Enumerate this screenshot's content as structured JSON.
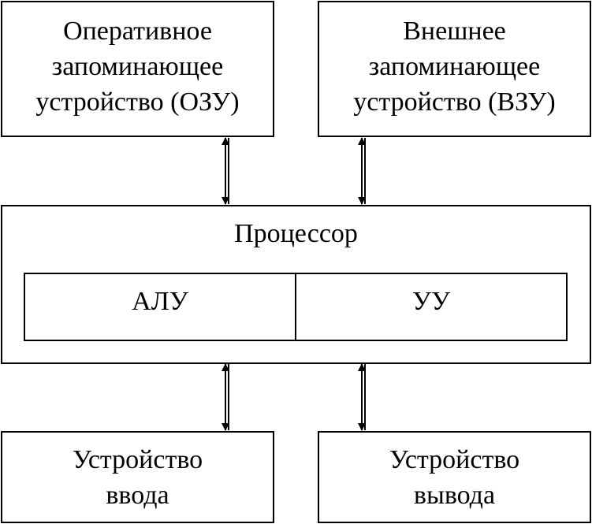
{
  "diagram": {
    "ram": {
      "label": "Оперативное\nзапоминающее\nустройство (ОЗУ)"
    },
    "external_storage": {
      "label": "Внешнее\nзапоминающее\nустройство (ВЗУ)"
    },
    "processor": {
      "label": "Процессор",
      "alu": {
        "label": "АЛУ"
      },
      "control_unit": {
        "label": "УУ"
      }
    },
    "input_device": {
      "label": "Устройство\nввода"
    },
    "output_device": {
      "label": "Устройство\nвывода"
    }
  }
}
